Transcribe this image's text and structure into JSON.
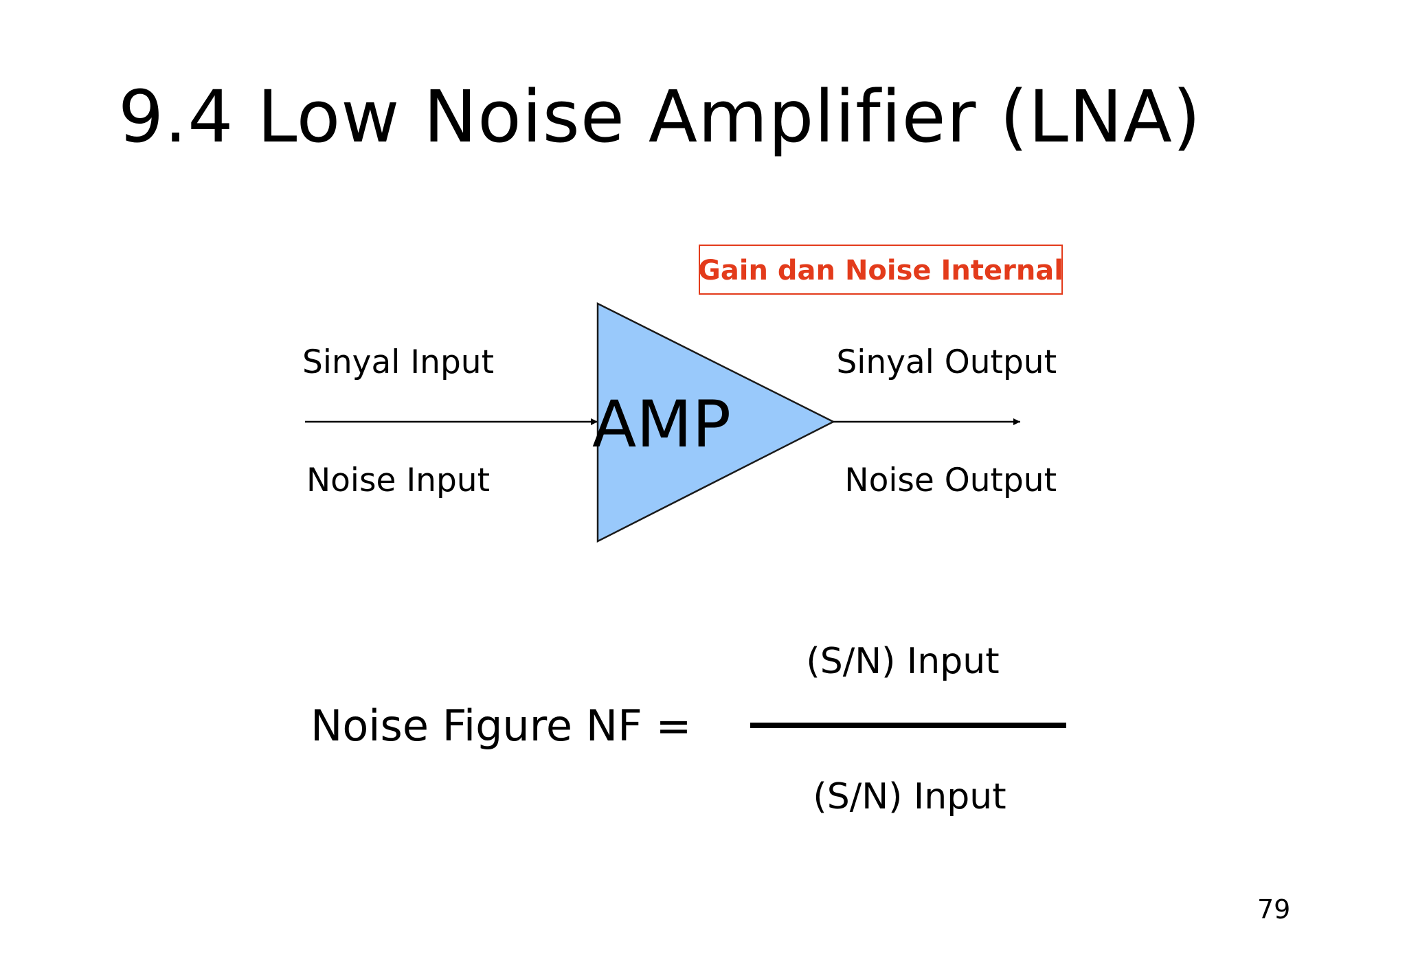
{
  "slide": {
    "title": "9.4 Low Noise Amplifier (LNA)",
    "page_number": "79"
  },
  "diagram": {
    "callout": "Gain dan Noise Internal",
    "amplifier_label": "AMP",
    "input_signal_label": "Sinyal Input",
    "input_noise_label": "Noise Input",
    "output_signal_label": "Sinyal Output",
    "output_noise_label": "Noise Output"
  },
  "formula": {
    "label": "Noise Figure NF =",
    "numerator": "(S/N) Input",
    "denominator": "(S/N) Input"
  },
  "colors": {
    "amplifier_fill": "#99c9fb",
    "callout_accent": "#e33b1b",
    "text": "#000000",
    "background": "#ffffff"
  }
}
